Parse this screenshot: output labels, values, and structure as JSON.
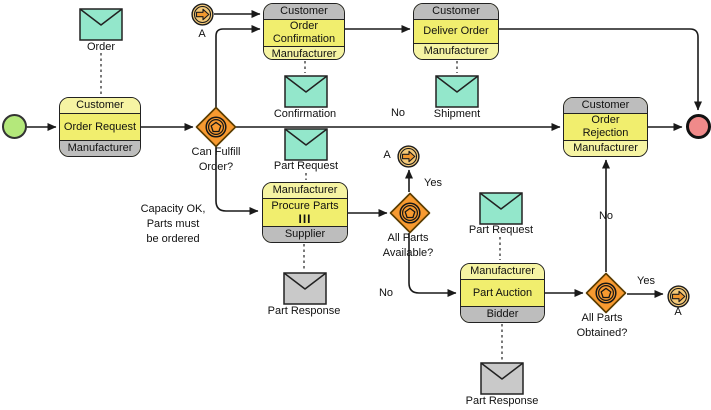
{
  "colors": {
    "task_fill": "#f1ee6e",
    "band_initiating": "#f6f4a3",
    "band_non_initiating": "#bdbdbd",
    "message_teal": "#93e7cb",
    "message_gray": "#c9c9c9",
    "gateway_orange": "#f89a30",
    "gateway_border": "#5a3c00",
    "link_event_fill": "#f3c878",
    "link_arrow": "#f2992f",
    "start_event_green": "#b4e87b",
    "end_event_red": "#f08a8a",
    "line": "#1a1a1a"
  },
  "tasks": [
    {
      "top_participant": "Customer",
      "name": "Order Request",
      "bottom_participant": "Manufacturer"
    },
    {
      "top_participant": "Customer",
      "name": "Order\nConfirmation",
      "bottom_participant": "Manufacturer"
    },
    {
      "top_participant": "Customer",
      "name": "Deliver Order",
      "bottom_participant": "Manufacturer"
    },
    {
      "top_participant": "Manufacturer",
      "name": "Procure Parts",
      "marker": "III",
      "bottom_participant": "Supplier"
    },
    {
      "top_participant": "Manufacturer",
      "name": "Part Auction",
      "bottom_participant": "Bidder"
    },
    {
      "top_participant": "Customer",
      "name": "Order\nRejection",
      "bottom_participant": "Manufacturer"
    }
  ],
  "gateways": [
    {
      "label": "Can Fulfill\nOrder?"
    },
    {
      "label": "All Parts\nAvailable?"
    },
    {
      "label": "All Parts\nObtained?"
    }
  ],
  "messages": [
    {
      "label": "Order"
    },
    {
      "label": "Confirmation"
    },
    {
      "label": "Shipment"
    },
    {
      "label": "Part Request"
    },
    {
      "label": "Part Request"
    },
    {
      "label": "Part Response"
    },
    {
      "label": "Part Response"
    }
  ],
  "flow_labels": {
    "no_main": "No",
    "yes_available": "Yes",
    "no_available": "No",
    "yes_obtained": "Yes",
    "no_obtained": "No",
    "condition_note": "Capacity OK,\nParts must\nbe ordered",
    "link_top": "A",
    "link_mid": "A",
    "link_bottom": "A"
  }
}
